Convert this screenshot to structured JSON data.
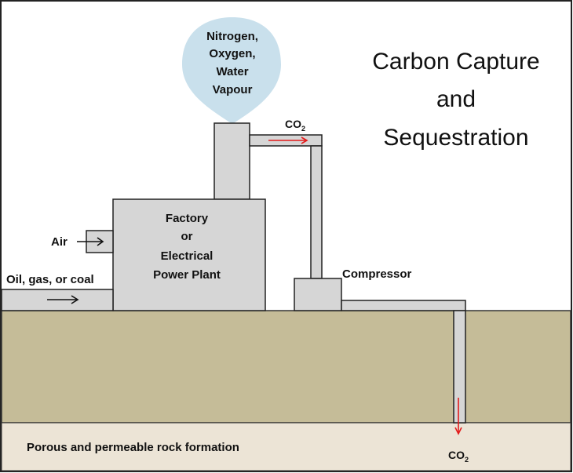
{
  "title": {
    "line1": "Carbon Capture",
    "line2": "and",
    "line3": "Sequestration"
  },
  "emissions": {
    "line1": "Nitrogen,",
    "line2": "Oxygen,",
    "line3": "Water",
    "line4": "Vapour"
  },
  "plant": {
    "line1": "Factory",
    "line2": "or",
    "line3": "Electrical",
    "line4": "Power Plant"
  },
  "inputs": {
    "air": "Air",
    "fuel": "Oil, gas, or coal"
  },
  "co2_top": {
    "main": "CO",
    "sub": "2"
  },
  "co2_bottom": {
    "main": "CO",
    "sub": "2"
  },
  "compressor": "Compressor",
  "rock": "Porous and permeable rock formation",
  "colors": {
    "sky": "#ffffff",
    "plume": "#c9e0ec",
    "building": "#d6d6d6",
    "ground": "#c5bc98",
    "rock": "#ece4d6",
    "co2_arrow": "#e31b1b",
    "outline": "#222222"
  }
}
